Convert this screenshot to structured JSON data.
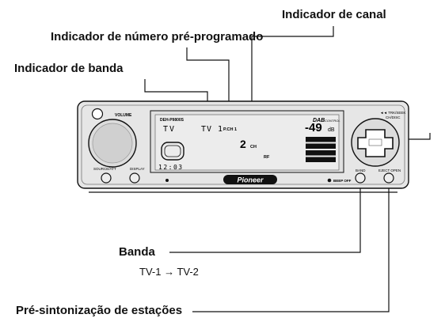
{
  "callouts": {
    "channel_indicator": "Indicador de canal",
    "preset_number_indicator": "Indicador de número pré-programado",
    "band_indicator": "Indicador de banda",
    "band_button_label": "Banda",
    "band_sequence": "TV-1 → TV-2",
    "preset_tuning": "Pré-sintonização de estações"
  },
  "device": {
    "volume_label": "VOLUME",
    "model_label": "DEH-P9800S",
    "dab_label": "DAB",
    "control_label": "CONTROL",
    "band_display": "TV",
    "preset_band_display": "TV 1",
    "preset_channel_display": "P.CH 1",
    "channel_number": "2",
    "channel_unit": "CH",
    "level_value": "-49",
    "level_unit": "dB",
    "clock": "12:03",
    "rf_label": "RF",
    "brand": "Pioneer",
    "source_button_label": "SOURCE/ATT",
    "display_button_label": "DISPLAY",
    "band_button_label": "BAND",
    "eject_button_label": "EJECT OPEN",
    "beep_off_label": "BEEP OFF",
    "trk_seek_label": "◄◄ TRK/SEEK",
    "ch_disc_label": "CH/DISC",
    "level_bars_lit": 4
  },
  "colors": {
    "lcd_background": "#ececec",
    "faceplate": "#e6e6e6",
    "line": "#111111"
  }
}
